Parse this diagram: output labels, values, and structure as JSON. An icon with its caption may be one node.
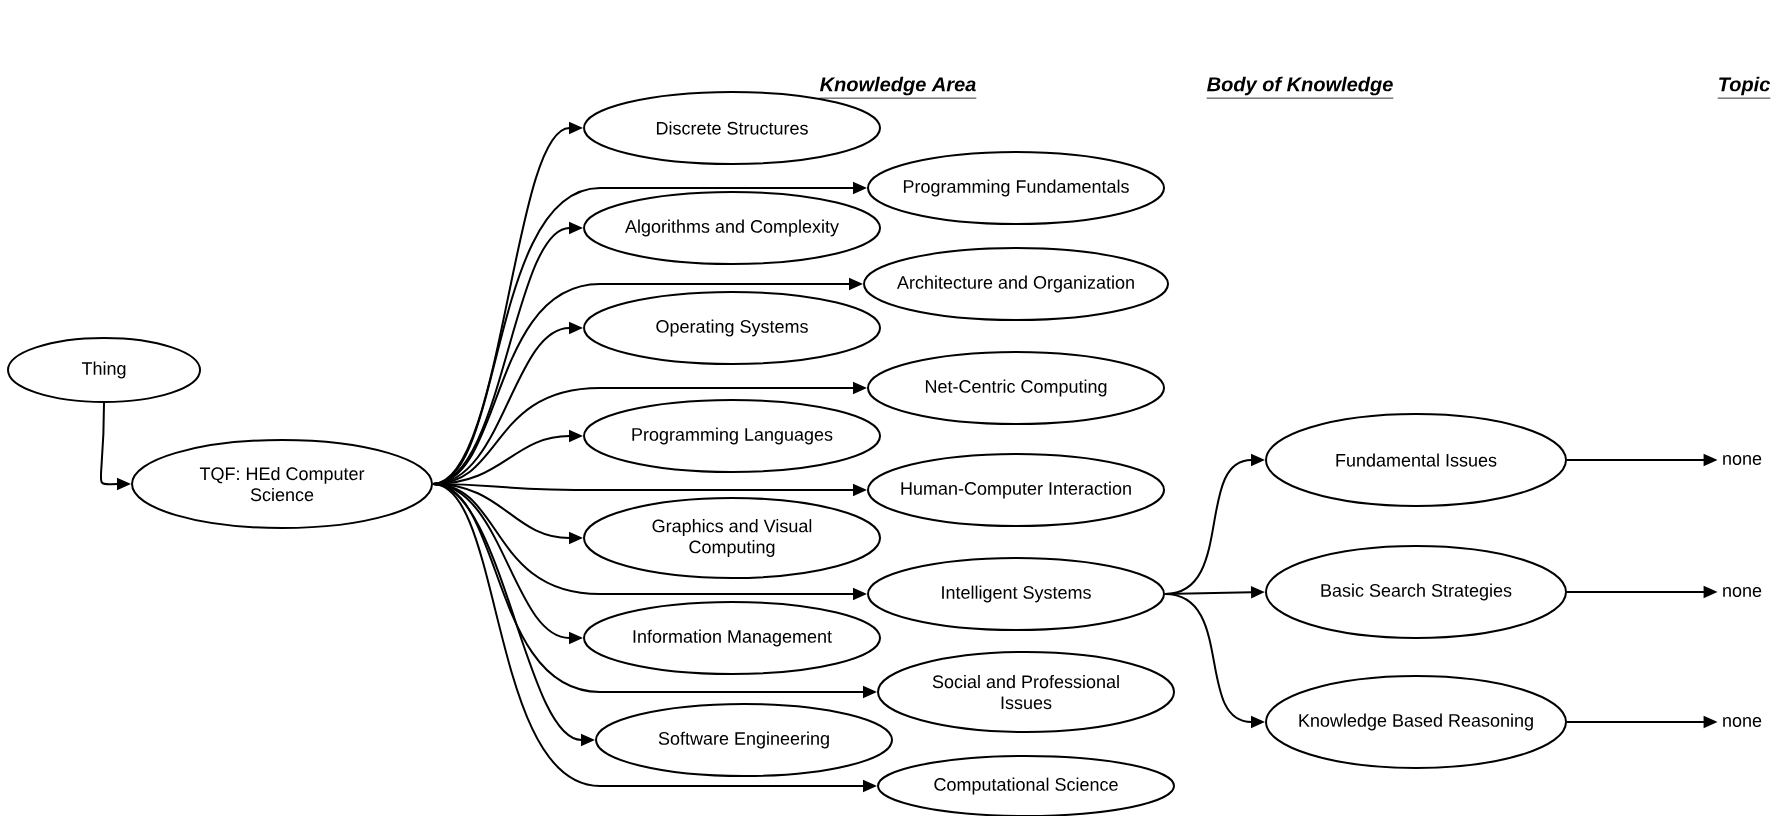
{
  "diagram": {
    "nodes": [
      {
        "text": [
          "Thing"
        ]
      },
      {
        "text": [
          "TQF: HEd Computer Science"
        ]
      },
      {
        "text": [
          "Discrete Structures"
        ]
      },
      {
        "text": [
          "Programming Fundamentals"
        ]
      },
      {
        "text": [
          "Algorithms and Complexity"
        ]
      },
      {
        "text": [
          "Architecture and Organization"
        ]
      },
      {
        "text": [
          "Operating Systems"
        ]
      },
      {
        "text": [
          "Net-Centric Computing"
        ]
      },
      {
        "text": [
          "Programming Languages"
        ]
      },
      {
        "text": [
          "Human-Computer Interaction"
        ]
      },
      {
        "text": [
          "Graphics and Visual Computing"
        ]
      },
      {
        "text": [
          "Intelligent Systems"
        ]
      },
      {
        "text": [
          "Information Management"
        ]
      },
      {
        "text": [
          "Social and Professional Issues"
        ]
      },
      {
        "text": [
          "Software Engineering"
        ]
      },
      {
        "text": [
          "Computational Science"
        ]
      },
      {
        "text": [
          "Fundamental Issues"
        ]
      },
      {
        "text": [
          "Basic Search Strategies"
        ]
      },
      {
        "text": [
          "Knowledge Based Reasoning"
        ]
      },
      {
        "text": [
          "none"
        ]
      },
      {
        "text": [
          "none"
        ]
      },
      {
        "text": [
          "none"
        ]
      }
    ],
    "edges": [
      {
        "from": 0,
        "to": 1,
        "arrow": "to"
      },
      {
        "from": 1,
        "to": 2,
        "arrow": "to"
      },
      {
        "from": 1,
        "to": 3,
        "arrow": "to"
      },
      {
        "from": 1,
        "to": 4,
        "arrow": "to"
      },
      {
        "from": 1,
        "to": 5,
        "arrow": "to"
      },
      {
        "from": 1,
        "to": 6,
        "arrow": "to"
      },
      {
        "from": 1,
        "to": 7,
        "arrow": "to"
      },
      {
        "from": 1,
        "to": 8,
        "arrow": "to"
      },
      {
        "from": 1,
        "to": 9,
        "arrow": "to"
      },
      {
        "from": 1,
        "to": 10,
        "arrow": "to"
      },
      {
        "from": 1,
        "to": 11,
        "arrow": "to"
      },
      {
        "from": 1,
        "to": 12,
        "arrow": "to"
      },
      {
        "from": 1,
        "to": 13,
        "arrow": "to"
      },
      {
        "from": 1,
        "to": 14,
        "arrow": "to"
      },
      {
        "from": 1,
        "to": 15,
        "arrow": "to"
      },
      {
        "from": 11,
        "to": 16,
        "arrow": "to"
      },
      {
        "from": 11,
        "to": 17,
        "arrow": "to"
      },
      {
        "from": 11,
        "to": 18,
        "arrow": "to"
      },
      {
        "from": 16,
        "to": 19,
        "arrow": "to"
      },
      {
        "from": 17,
        "to": 20,
        "arrow": "to"
      },
      {
        "from": 18,
        "to": 21,
        "arrow": "to"
      }
    ],
    "labels": [
      "Knowledge Area",
      "Body of Knowledge",
      "Topic"
    ]
  }
}
